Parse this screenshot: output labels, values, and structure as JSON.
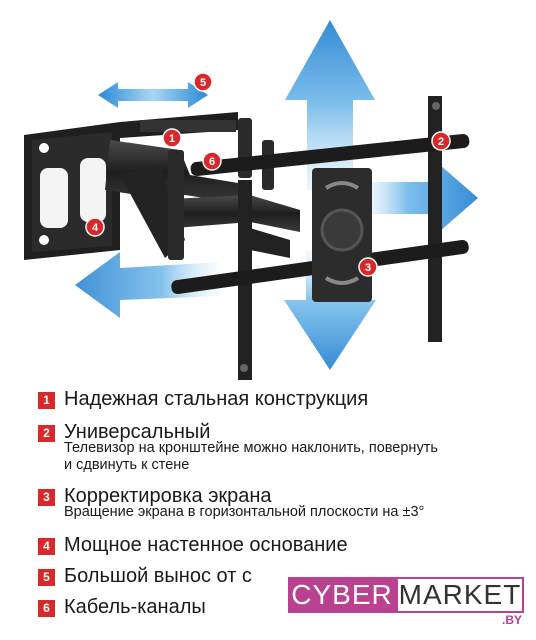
{
  "callouts": [
    "1",
    "2",
    "3",
    "4",
    "5",
    "6"
  ],
  "features": [
    {
      "num": "1",
      "title": "Надежная стальная конструкция",
      "desc": ""
    },
    {
      "num": "2",
      "title": "Универсальный",
      "desc": "Телевизор на кронштейне можно наклонить, повернуть и сдвинуть к стене"
    },
    {
      "num": "3",
      "title": "Корректировка экрана",
      "desc": "Вращение экрана в горизонтальной плоскости на ±3°"
    },
    {
      "num": "4",
      "title": "Мощное настенное основание",
      "desc": ""
    },
    {
      "num": "5",
      "title": "Большой вынос от с",
      "desc": ""
    },
    {
      "num": "6",
      "title": "Кабель-каналы",
      "desc": ""
    }
  ],
  "desc_lines_2": [
    "Телевизор на кронштейне можно наклонить, повернуть",
    "и сдвинуть к стене"
  ],
  "logo": {
    "cyber": "CYBER",
    "market": "MARKET",
    "by": ".BY"
  },
  "colors": {
    "badge": "#d8282a",
    "logo_magenta": "#b9418f",
    "arrow": "#3d9bd9",
    "metal": "#2a2a2a"
  }
}
